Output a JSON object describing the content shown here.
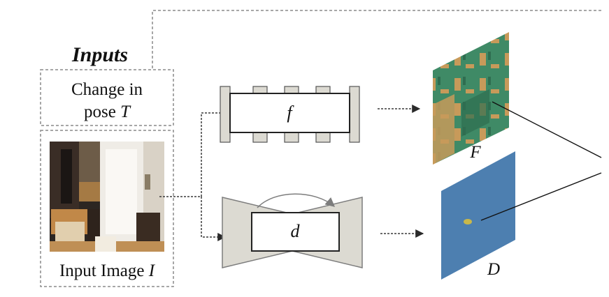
{
  "inputs": {
    "title": "Inputs",
    "pose_box": {
      "line1": "Change in",
      "line2_prefix": "pose ",
      "line2_var": "T"
    },
    "image_box": {
      "caption_prefix": "Input Image ",
      "caption_var": "I"
    }
  },
  "networks": {
    "f": {
      "label": "f"
    },
    "d": {
      "label": "d"
    }
  },
  "outputs": {
    "F": {
      "label": "F"
    },
    "D": {
      "label": "D"
    }
  },
  "colors": {
    "dashed_border": "#8a8a8a",
    "arrow": "#3a3a3a",
    "network_fill": "#dcdad2",
    "feature_green": "#3f8a66",
    "feature_orange": "#c79a5a",
    "depth_blue": "#4d7fb0"
  }
}
